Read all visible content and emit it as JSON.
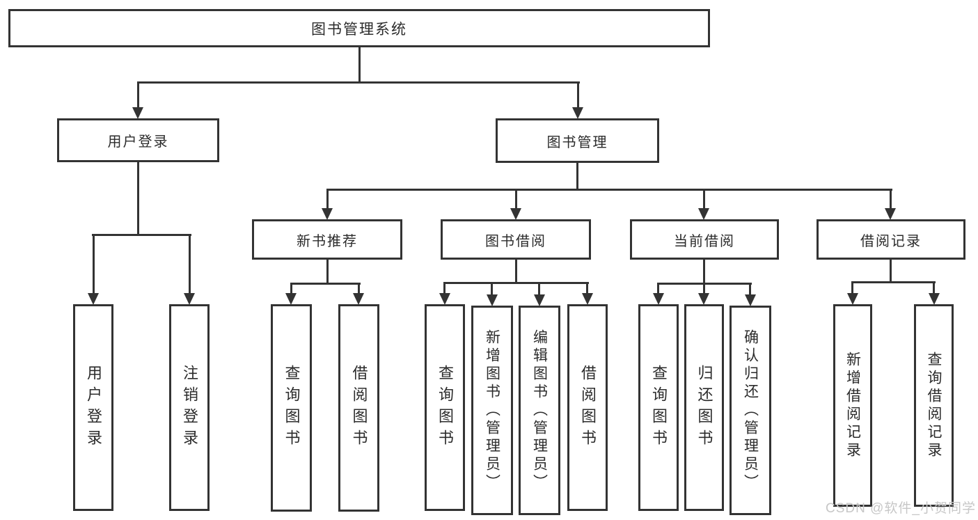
{
  "tree": {
    "root": {
      "label": "图书管理系统"
    },
    "children": [
      {
        "label": "用户登录",
        "children": [
          {
            "label": "用户登录"
          },
          {
            "label": "注销登录"
          }
        ]
      },
      {
        "label": "图书管理",
        "children": [
          {
            "label": "新书推荐",
            "children": [
              {
                "label": "查询图书"
              },
              {
                "label": "借阅图书"
              }
            ]
          },
          {
            "label": "图书借阅",
            "children": [
              {
                "label": "查询图书"
              },
              {
                "label": "新增图书（管理员）"
              },
              {
                "label": "编辑图书（管理员）"
              },
              {
                "label": "借阅图书"
              }
            ]
          },
          {
            "label": "当前借阅",
            "children": [
              {
                "label": "查询图书"
              },
              {
                "label": "归还图书"
              },
              {
                "label": "确认归还（管理员）"
              }
            ]
          },
          {
            "label": "借阅记录",
            "children": [
              {
                "label": "新增借阅记录"
              },
              {
                "label": "查询借阅记录"
              }
            ]
          }
        ]
      }
    ]
  },
  "colors": {
    "line": "#333333",
    "box_background": "#ffffff",
    "text": "#2b2b2b",
    "watermark": "#c7c7c7"
  },
  "watermark": {
    "text": "CSDN @软件_小贺同学"
  }
}
